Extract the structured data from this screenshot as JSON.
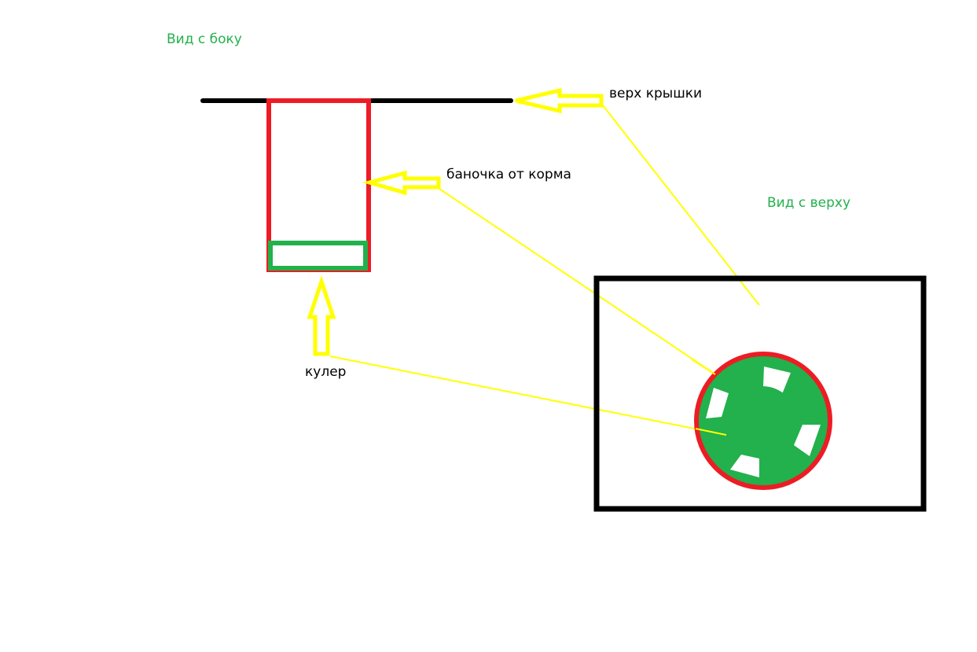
{
  "labels": {
    "side_view": "Вид с боку",
    "top_view": "Вид с верху",
    "lid_top": "верх крышки",
    "food_jar": "баночка от корма",
    "cooler": "кулер"
  },
  "colors": {
    "lid": "#000000",
    "jar": "#ed1c24",
    "cooler_fill": "#22b14c",
    "arrow": "#ffff00",
    "arrow_outline": "#f2e600",
    "heading": "#22b14c",
    "text": "#000000",
    "background": "#ffffff"
  }
}
